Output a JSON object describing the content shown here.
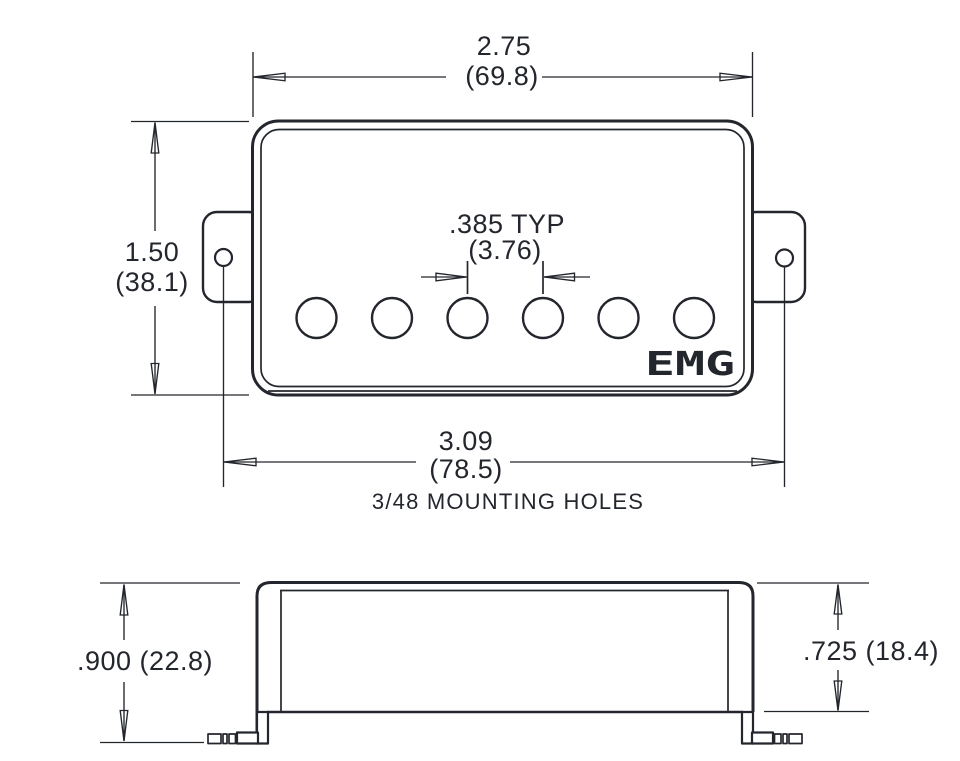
{
  "drawing": {
    "type": "engineering-dimension-drawing",
    "subject": "humbucker pickup",
    "colors": {
      "line": "#23262c",
      "background": "#ffffff"
    },
    "top_view": {
      "logo": "EMG",
      "pole_count": 6,
      "dims": {
        "width": {
          "inches": "2.75",
          "metric": "(69.8)"
        },
        "height": {
          "inches": "1.50",
          "metric": "(38.1)"
        },
        "pole_spacing": {
          "inches": ".385 TYP",
          "metric": "(3.76)"
        },
        "mounting_span": {
          "inches": "3.09",
          "metric": "(78.5)"
        }
      },
      "note": "3/48 MOUNTING HOLES"
    },
    "side_view": {
      "dims": {
        "overall_height": ".900 (22.8)",
        "body_height": ".725 (18.4)"
      }
    }
  }
}
